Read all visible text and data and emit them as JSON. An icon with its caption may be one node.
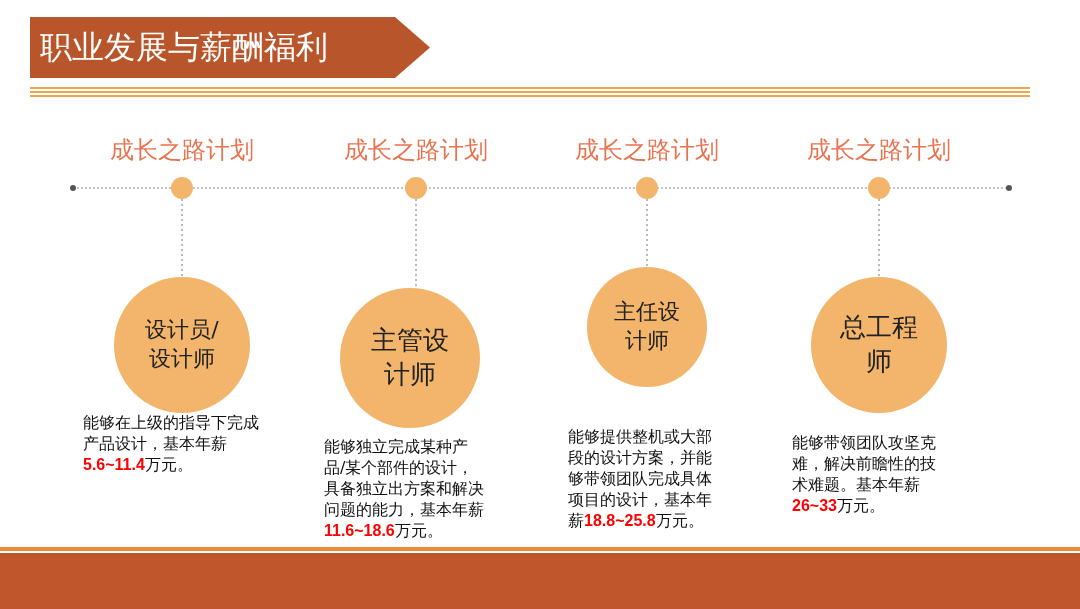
{
  "diagram": {
    "title": "职业发展与薪酬福利",
    "nodes": [
      {
        "text": [],
        "shape": "circle",
        "beside": [
          "成长之路计划"
        ]
      },
      {
        "text": [],
        "shape": "circle",
        "beside": [
          "成长之路计划"
        ]
      },
      {
        "text": [],
        "shape": "circle",
        "beside": [
          "成长之路计划"
        ]
      },
      {
        "text": [],
        "shape": "circle",
        "beside": [
          "成长之路计划"
        ]
      },
      {
        "text": [
          "设计员/设计师"
        ],
        "beside": [
          "能够在上级的指导下完成产品设计，基本年薪**5.6~11.4**万元。"
        ]
      },
      {
        "text": [
          "主管设计师"
        ],
        "beside": [
          "能够独立完成某种产品/某个部件的设计，具备独立出方案和解决问题的能力，基本年薪**11.6~18.6**万元。"
        ]
      },
      {
        "text": [
          "主任设计师"
        ],
        "beside": [
          "能够提供整机或大部段的设计方案，并能够带领团队完成具体项目的设计，基本年薪**18.8~25.8**万元。"
        ]
      },
      {
        "text": [
          "总工程师"
        ],
        "beside": [
          "能够带领团队攻坚克难，解决前瞻性的技术难题。基本年薪**26~33**万元。"
        ]
      }
    ],
    "edges": [
      {
        "from": 0,
        "to": 4,
        "arrow": "none",
        "style": "dashed"
      },
      {
        "from": 1,
        "to": 5,
        "arrow": "none",
        "style": "dashed"
      },
      {
        "from": 2,
        "to": 6,
        "arrow": "none",
        "style": "dashed"
      },
      {
        "from": 3,
        "to": 7,
        "arrow": "none",
        "style": "dashed"
      }
    ]
  }
}
